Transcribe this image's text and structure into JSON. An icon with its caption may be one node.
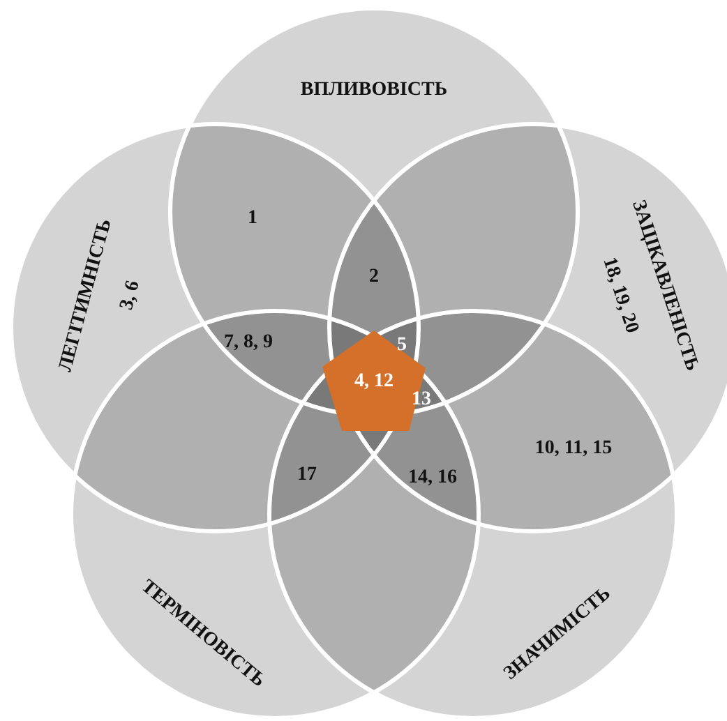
{
  "diagram": {
    "nodes": [
      {
        "text": [
          "ВПЛИВОВІСТЬ"
        ]
      },
      {
        "text": [
          "ЛЕГІТИМНІСТЬ",
          "3, 6"
        ]
      },
      {
        "text": [
          "ЗАЦІКАВЛЕНІСТЬ",
          "18, 19, 20"
        ]
      },
      {
        "text": [
          "ТЕРМІНОВІСТЬ"
        ]
      },
      {
        "text": [
          "ЗНАЧИМІСТЬ"
        ]
      },
      {
        "text": [
          "4, 12"
        ]
      }
    ],
    "edges": [],
    "labels": [
      "1",
      "2",
      "5",
      "7, 8, 9",
      "13",
      "10, 11, 15",
      "17",
      "14, 16"
    ]
  }
}
